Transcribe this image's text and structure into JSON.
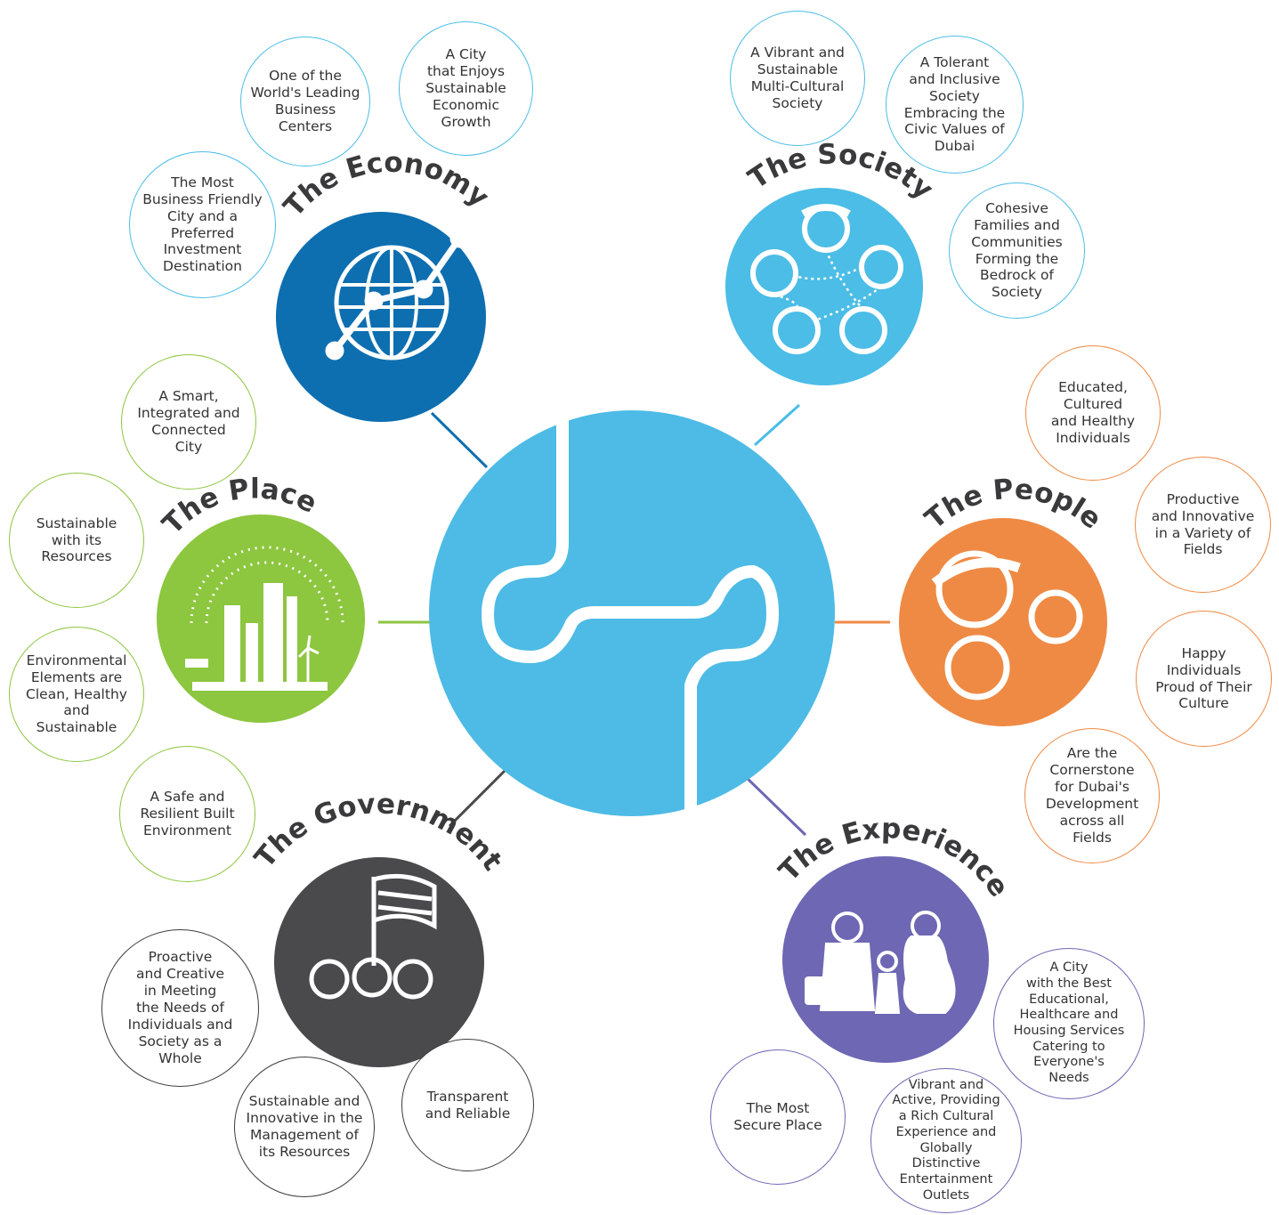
{
  "center": {
    "icon": "dubai-puzzle-logo-icon",
    "color": "#4dbbe5"
  },
  "themes": {
    "economy": {
      "title": "The Economy",
      "color": "#0d6fb0",
      "icon": "globe-growth-icon",
      "goals": [
        "One of the\nWorld's Leading\nBusiness\nCenters",
        "A City\nthat Enjoys\nSustainable\nEconomic\nGrowth",
        "The Most\nBusiness Friendly\nCity and a Preferred\nInvestment\nDestination"
      ]
    },
    "society": {
      "title": "The Society",
      "color": "#4bbde6",
      "icon": "community-faces-icon",
      "goals": [
        "A Vibrant and\nSustainable\nMulti-Cultural\nSociety",
        "A Tolerant\nand Inclusive\nSociety\nEmbracing the\nCivic Values of\nDubai",
        "Cohesive\nFamilies and\nCommunities\nForming the\nBedrock of\nSociety"
      ]
    },
    "people": {
      "title": "The People",
      "color": "#ef8a44",
      "icon": "people-faces-icon",
      "goals": [
        "Educated,\nCultured\nand Healthy\nIndividuals",
        "Productive\nand Innovative\nin a Variety of\nFields",
        "Happy\nIndividuals\nProud of Their\nCulture",
        "Are the\nCornerstone\nfor Dubai's\nDevelopment\nacross all\nFields"
      ]
    },
    "experience": {
      "title": "The Experience",
      "color": "#6e67b3",
      "icon": "family-icon",
      "goals": [
        "A City\nwith the Best\nEducational,\nHealthcare and\nHousing Services\nCatering to\nEveryone's\nNeeds",
        "The Most\nSecure Place",
        "Vibrant and\nActive, Providing\na Rich Cultural\nExperience and\nGlobally\nDistinctive\nEntertainment\nOutlets"
      ]
    },
    "government": {
      "title": "The Government",
      "color": "#4a4a4c",
      "icon": "flag-people-icon",
      "goals": [
        "Proactive\nand Creative\nin Meeting\nthe Needs of\nIndividuals and\nSociety as a\nWhole",
        "Sustainable and\nInnovative in the\nManagement of\nits Resources",
        "Transparent\nand  Reliable"
      ]
    },
    "place": {
      "title": "The Place",
      "color": "#8dc63f",
      "icon": "sustainable-city-icon",
      "goals": [
        "A Smart,\nIntegrated and\nConnected\nCity",
        "Sustainable\nwith its\nResources",
        "Environmental\nElements are\nClean, Healthy\nand\nSustainable",
        "A Safe and\nResilient Built\nEnvironment"
      ]
    }
  }
}
